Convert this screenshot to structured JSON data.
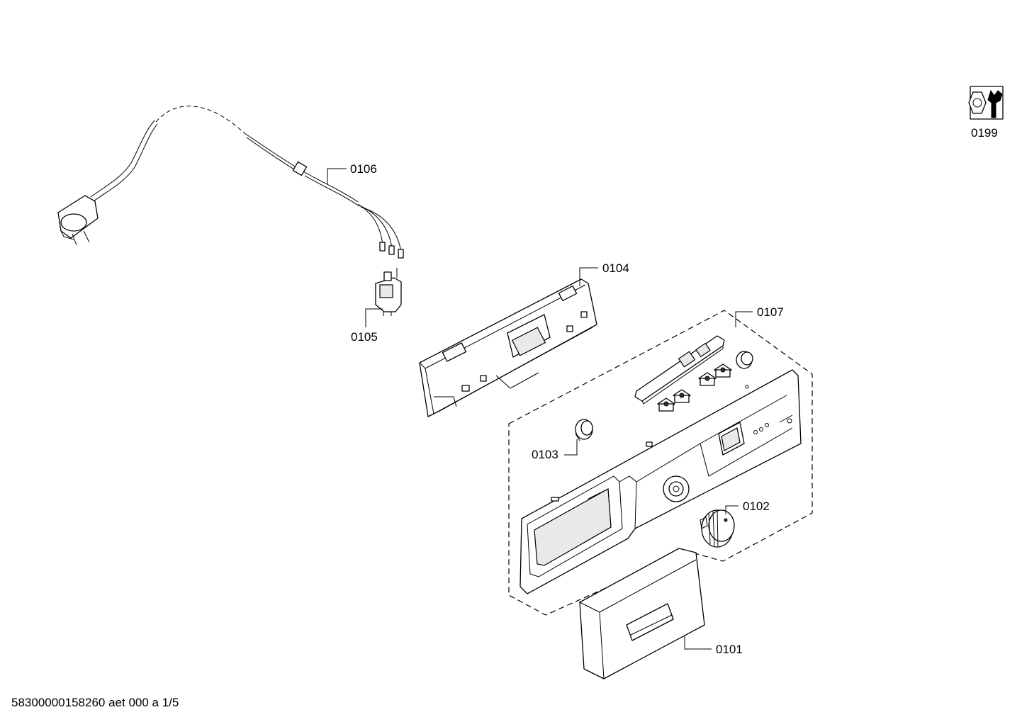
{
  "diagram": {
    "parts": [
      {
        "id": "0101",
        "label": "0101"
      },
      {
        "id": "0102",
        "label": "0102"
      },
      {
        "id": "0103",
        "label": "0103"
      },
      {
        "id": "0104",
        "label": "0104"
      },
      {
        "id": "0105",
        "label": "0105"
      },
      {
        "id": "0106",
        "label": "0106"
      },
      {
        "id": "0107",
        "label": "0107"
      },
      {
        "id": "0199",
        "label": "0199"
      }
    ],
    "icons": {
      "service_kit": "wrench-nut-icon"
    },
    "footer": "58300000158260 aet 000 a 1/5"
  }
}
